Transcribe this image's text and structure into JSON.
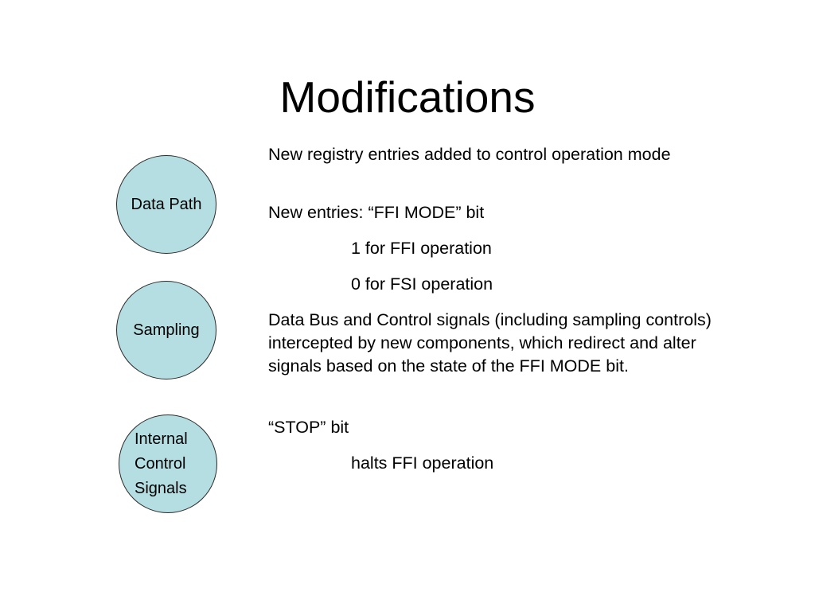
{
  "slide": {
    "title": "Modifications",
    "background_color": "#ffffff",
    "text_color": "#000000"
  },
  "circles": {
    "fill_color": "#b4dee2",
    "border_color": "#2b2b2b",
    "items": [
      {
        "id": "data-path",
        "label": "Data Path"
      },
      {
        "id": "sampling",
        "label": "Sampling"
      },
      {
        "id": "internal-control-signals",
        "label": "Internal\nControl\nSignals"
      }
    ]
  },
  "body": {
    "lines": [
      {
        "id": "registry-entries",
        "text": "New registry entries added to control operation mode",
        "indent": false
      },
      {
        "id": "new-entries-ffi-mode",
        "text": "New entries: “FFI MODE” bit",
        "indent": false
      },
      {
        "id": "ffi-operation-one",
        "text": "1 for FFI operation",
        "indent": true
      },
      {
        "id": "fsi-operation-zero",
        "text": "0 for FSI operation",
        "indent": true
      },
      {
        "id": "data-bus-control-signals",
        "text": "Data Bus and Control signals (including sampling controls) intercepted by new components, which redirect and alter signals based on the state of the FFI MODE bit.",
        "indent": false
      },
      {
        "id": "stop-bit",
        "text": "“STOP” bit",
        "indent": false
      },
      {
        "id": "halts-ffi-operation",
        "text": "halts FFI operation",
        "indent": true
      }
    ]
  }
}
